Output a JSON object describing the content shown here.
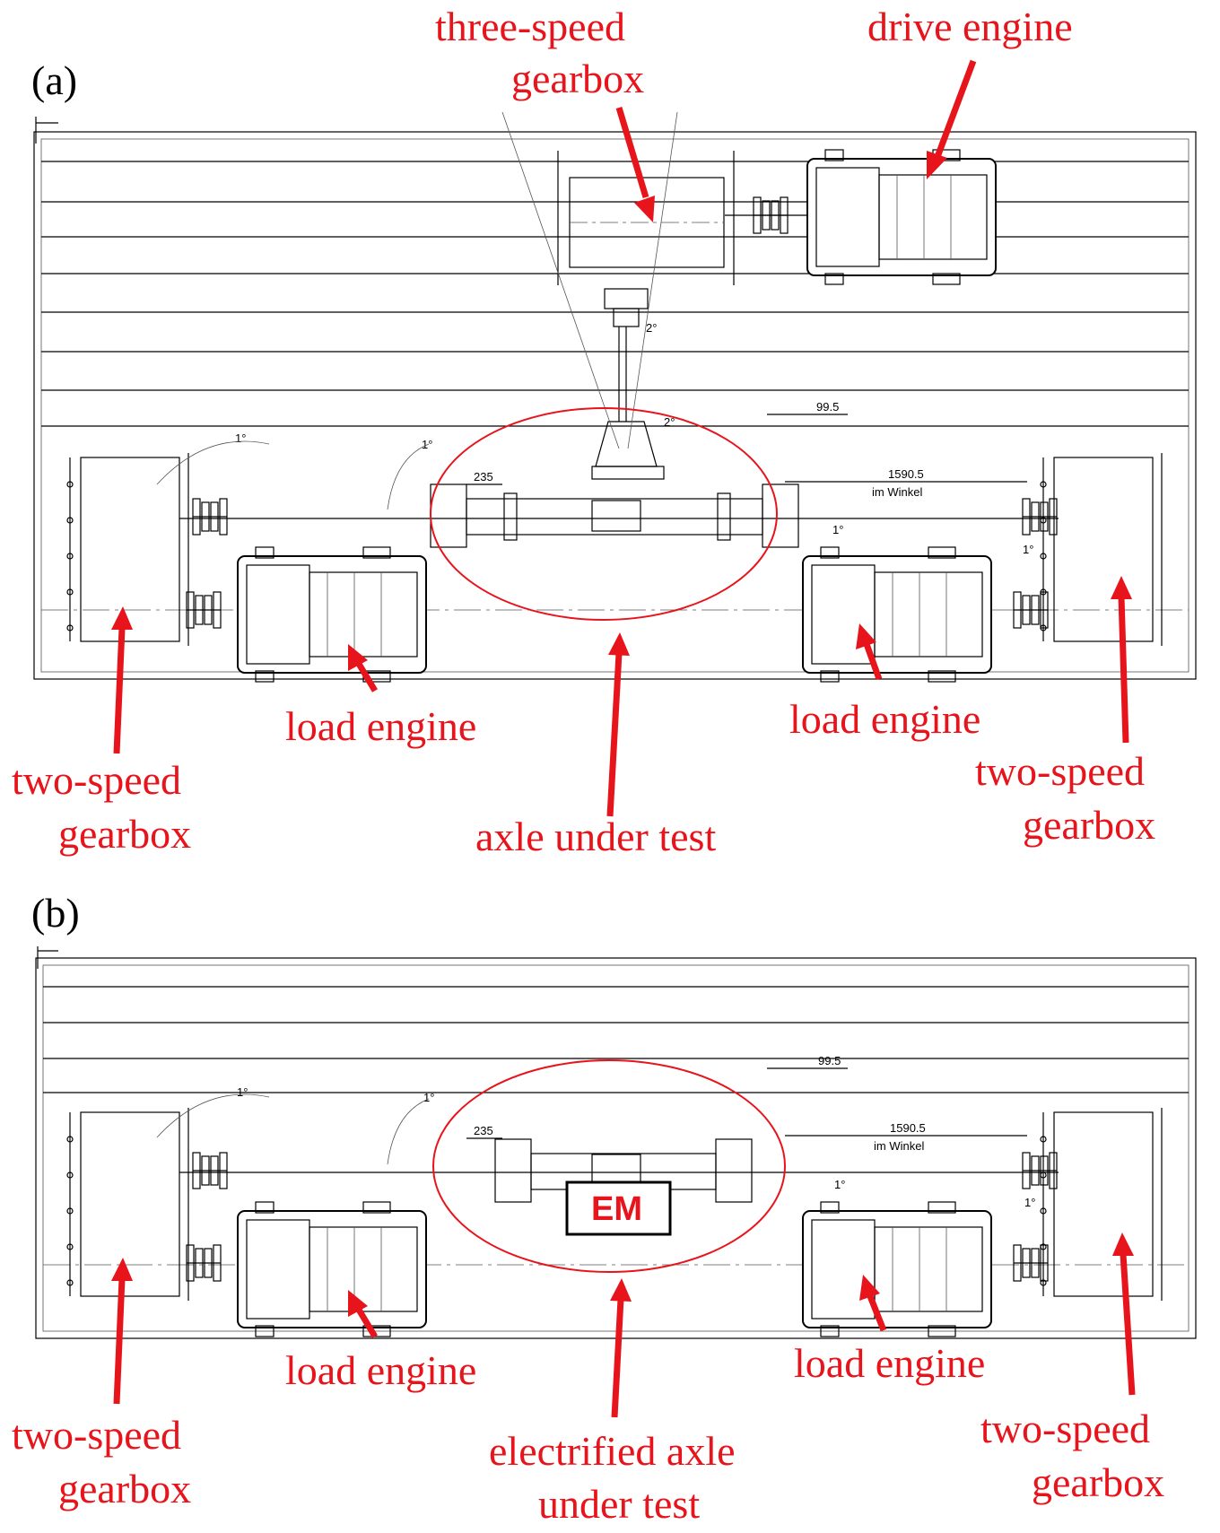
{
  "panels": [
    {
      "id": "a",
      "tag": "(a)",
      "labels": {
        "three_speed_gearbox": [
          "three-speed",
          "gearbox"
        ],
        "drive_engine": "drive engine",
        "load_engine_left": "load engine",
        "load_engine_right": "load engine",
        "two_speed_left": [
          "two-speed",
          "gearbox"
        ],
        "two_speed_right": [
          "two-speed",
          "gearbox"
        ],
        "axle": [
          "axle under test"
        ]
      },
      "dims": {
        "d1": "99.5",
        "d2": "235",
        "d3": "1590.5",
        "d3_note": "im Winkel",
        "ang1": "1°",
        "ang2": "1°",
        "ang3": "2°",
        "ang4": "2°",
        "ang5": "1°",
        "ang6": "1°"
      }
    },
    {
      "id": "b",
      "tag": "(b)",
      "labels": {
        "load_engine_left": "load engine",
        "load_engine_right": "load engine",
        "two_speed_left": [
          "two-speed",
          "gearbox"
        ],
        "two_speed_right": [
          "two-speed",
          "gearbox"
        ],
        "axle": [
          "electrified axle",
          "under test"
        ],
        "em": "EM"
      },
      "dims": {
        "d1": "99.5",
        "d2": "235",
        "d3": "1590.5",
        "d3_note": "im Winkel",
        "ang1": "1°",
        "ang2": "1°",
        "ang5": "1°",
        "ang6": "1°"
      }
    }
  ],
  "colors": {
    "annotation": "#e8141c",
    "drawing": "#000000"
  }
}
